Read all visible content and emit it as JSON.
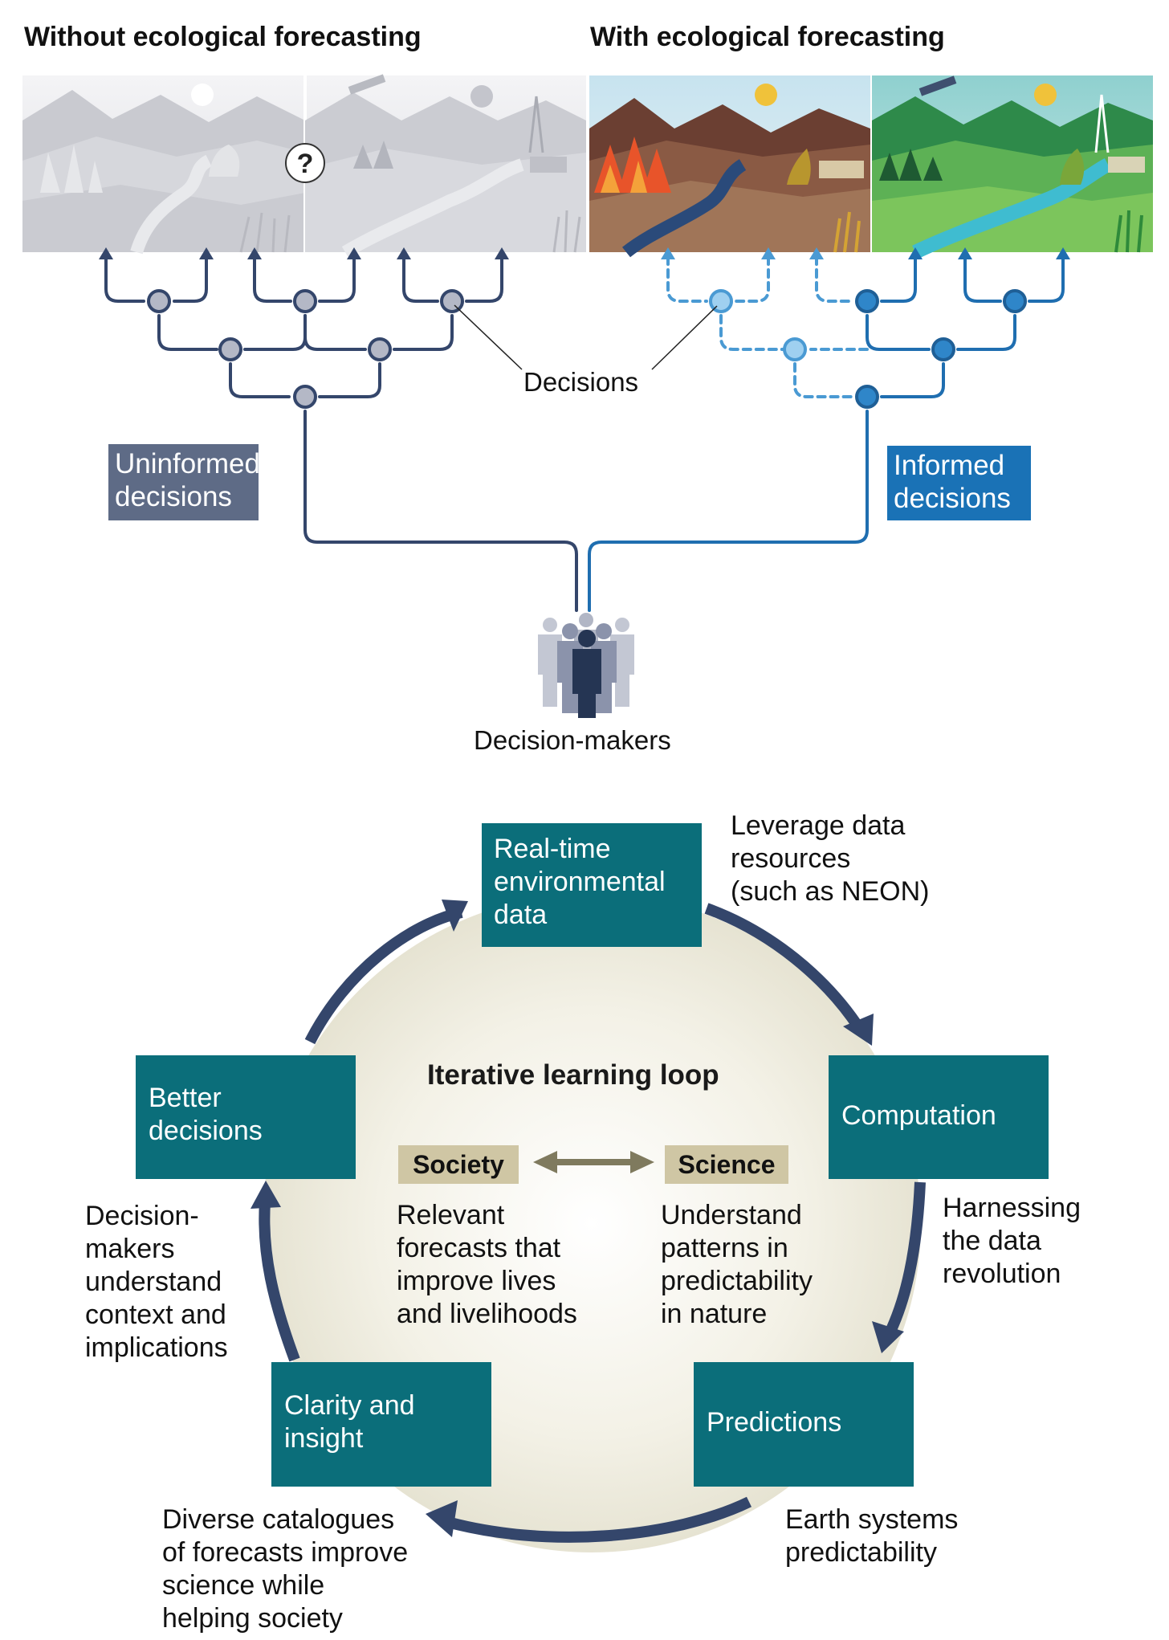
{
  "headers": {
    "without": "Without ecological forecasting",
    "with": "With ecological forecasting"
  },
  "scene_marker": "?",
  "labels": {
    "decisions": "Decisions",
    "uninformed": "Uninformed\ndecisions",
    "informed": "Informed\ndecisions",
    "decision_makers": "Decision-makers"
  },
  "loop": {
    "title": "Iterative learning loop",
    "boxes": {
      "realtime": "Real-time\nenvironmental\ndata",
      "computation": "Computation",
      "predictions": "Predictions",
      "clarity": "Clarity and\ninsight",
      "better": "Better\ndecisions"
    },
    "notes": {
      "leverage": "Leverage data\nresources\n(such as NEON)",
      "harnessing": "Harnessing\nthe data\nrevolution",
      "earth": "Earth systems\npredictability",
      "diverse": "Diverse catalogues\nof forecasts improve\nscience while\nhelping society",
      "decision_makers_note": "Decision-\nmakers\nunderstand\ncontext and\nimplications"
    },
    "society": {
      "label": "Society",
      "text": "Relevant\nforecasts that\nimprove lives\nand livelihoods"
    },
    "science": {
      "label": "Science",
      "text": "Understand\npatterns in\npredictability\nin nature"
    }
  },
  "colors": {
    "dark_navy": "#34466b",
    "node_grey": "#b4b8c6",
    "blue": "#1f6eb0",
    "light_blue": "#4a9ad3",
    "teal": "#0b6e7a",
    "uninformed_tag": "#5e6b86",
    "informed_tag": "#1a72b6",
    "tan": "#cfc6a4",
    "arrow_olive": "#7f7a5e"
  }
}
